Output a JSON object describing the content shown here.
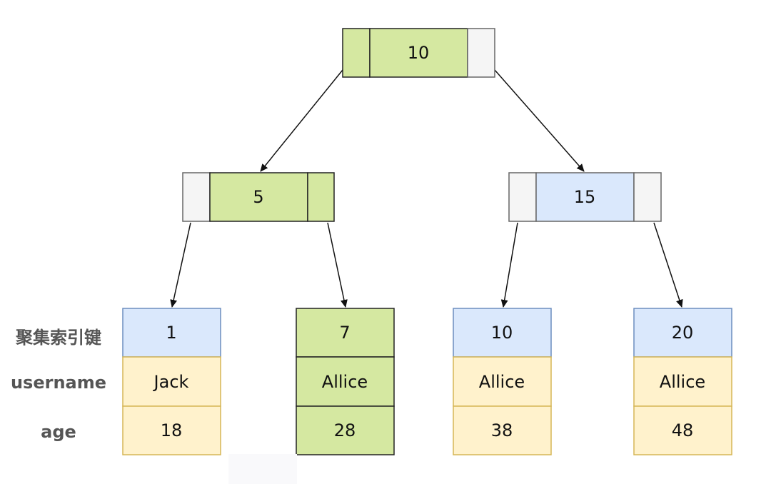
{
  "tree": {
    "root": {
      "key": "10"
    },
    "internal_left": {
      "key": "5"
    },
    "internal_right": {
      "key": "15"
    }
  },
  "row_labels": {
    "key": "聚集索引键",
    "username": "username",
    "age": "age"
  },
  "leaves": [
    {
      "key": "1",
      "username": "Jack",
      "age": "18"
    },
    {
      "key": "7",
      "username": "Allice",
      "age": "28"
    },
    {
      "key": "10",
      "username": "Allice",
      "age": "38"
    },
    {
      "key": "20",
      "username": "Allice",
      "age": "48"
    }
  ],
  "colors": {
    "green": "#d5e8a1",
    "green_dark_stroke": "#222222",
    "gray": "#f5f5f5",
    "gray_stroke": "#666666",
    "blue": "#dae8fc",
    "blue_stroke": "#6c8ebf",
    "yellow": "#fff2cc",
    "yellow_stroke": "#d6b656"
  }
}
